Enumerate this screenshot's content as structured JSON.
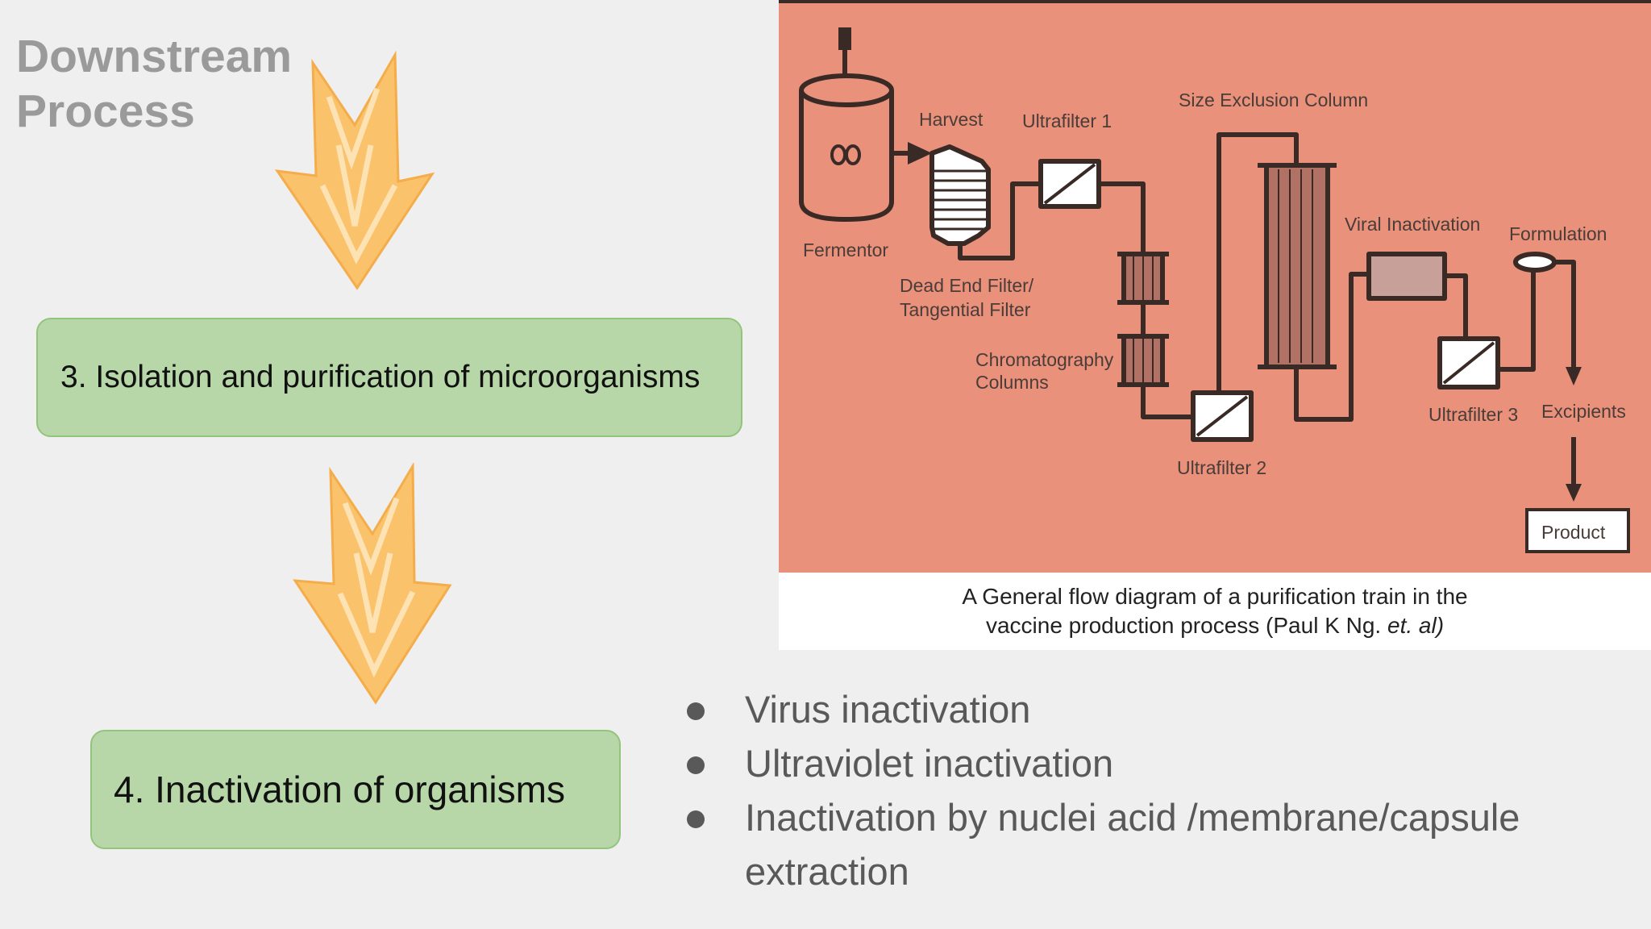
{
  "title": {
    "line1": "Downstream",
    "line2": "Process"
  },
  "steps": [
    {
      "label": "3. Isolation and purification of microorganisms"
    },
    {
      "label": "4. Inactivation of organisms"
    }
  ],
  "figure": {
    "labels": {
      "fermentor": "Fermentor",
      "harvest": "Harvest",
      "ultrafilter1": "Ultrafilter 1",
      "size_exclusion": "Size Exclusion Column",
      "dead_end_1": "Dead End Filter/",
      "dead_end_2": "Tangential Filter",
      "chromatography_1": "Chromatography",
      "chromatography_2": "Columns",
      "ultrafilter2": "Ultrafilter 2",
      "viral_inactivation": "Viral Inactivation",
      "formulation": "Formulation",
      "ultrafilter3": "Ultrafilter 3",
      "excipients": "Excipients",
      "product": "Product"
    },
    "caption_line1": "A General flow diagram of a purification train in the",
    "caption_line2_prefix": "vaccine production process (Paul K Ng. ",
    "caption_line2_italic": "et. al)",
    "background_color": "#e9917a",
    "line_color": "#3a2a26"
  },
  "bullets": [
    {
      "text": "Virus inactivation"
    },
    {
      "text": "Ultraviolet inactivation"
    },
    {
      "text": "Inactivation by nuclei acid /membrane/capsule extraction"
    }
  ],
  "colors": {
    "box_fill": "#b7d7a8",
    "box_border": "#93c47d",
    "arrow": "#f9c26b",
    "title": "#9a9a9a"
  }
}
